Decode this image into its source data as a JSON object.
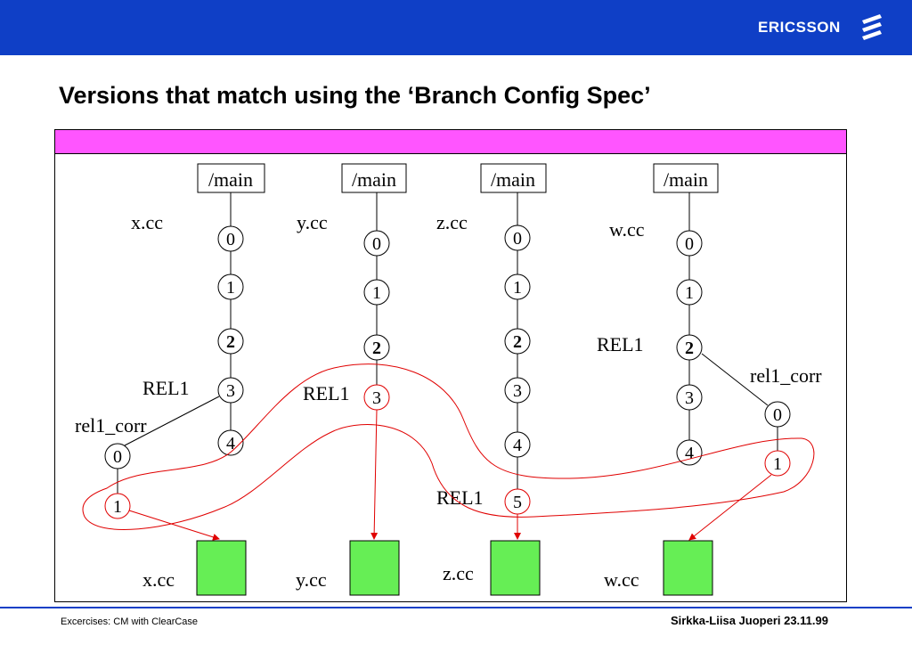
{
  "header": {
    "brand": "ERICSSON"
  },
  "title": "Versions that match using the ‘Branch Config Spec’",
  "branches": [
    {
      "branch_label": "/main",
      "file": "x.cc",
      "nodes": [
        "0",
        "1",
        "2",
        "3",
        "4"
      ],
      "label": "REL1",
      "sub_branch": {
        "label": "rel1_corr",
        "nodes": [
          "0",
          "1"
        ]
      }
    },
    {
      "branch_label": "/main",
      "file": "y.cc",
      "nodes": [
        "0",
        "1",
        "2",
        "3"
      ],
      "label": "REL1"
    },
    {
      "branch_label": "/main",
      "file": "z.cc",
      "nodes": [
        "0",
        "1",
        "2",
        "3",
        "4",
        "5"
      ],
      "label": "REL1"
    },
    {
      "branch_label": "/main",
      "file": "w.cc",
      "nodes": [
        "0",
        "1",
        "2",
        "3",
        "4"
      ],
      "label": "REL1",
      "sub_branch": {
        "label": "rel1_corr",
        "nodes": [
          "0",
          "1"
        ]
      }
    }
  ],
  "outputs": [
    "x.cc",
    "y.cc",
    "z.cc",
    "w.cc"
  ],
  "colors": {
    "header": "#0f3fc6",
    "pink_bar": "#ff55ff",
    "box_fill": "#66ee55",
    "selection": "#e00000"
  },
  "footer": {
    "left": "Excercises: CM with ClearCase",
    "right": "Sirkka-Liisa Juoperi 23.11.99"
  }
}
